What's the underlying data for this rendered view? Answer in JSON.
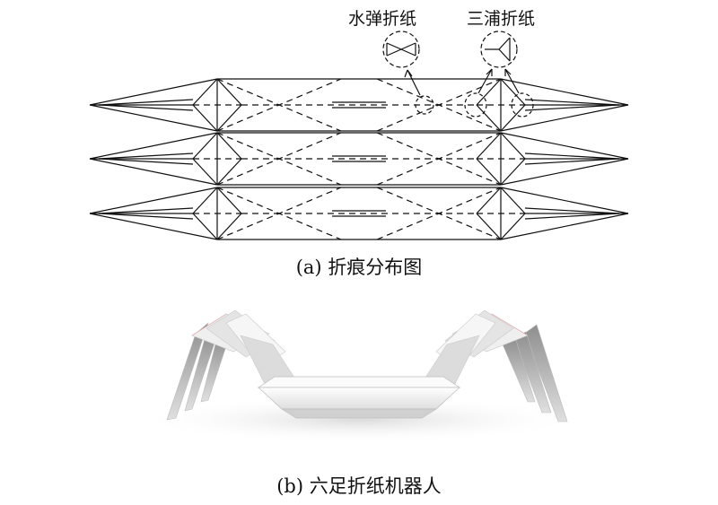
{
  "labels": {
    "waterbomb": "水弹折纸",
    "miura": "三浦折纸"
  },
  "captions": {
    "a": "(a) 折痕分布图",
    "b": "(b) 六足折纸机器人"
  },
  "colors": {
    "line": "#111111",
    "robot_light": "#f2f2f2",
    "robot_mid": "#d9d9d9",
    "robot_dark": "#9a9a9a",
    "robot_edge": "#e8a0a0",
    "shadow": "#c8c8c8"
  }
}
